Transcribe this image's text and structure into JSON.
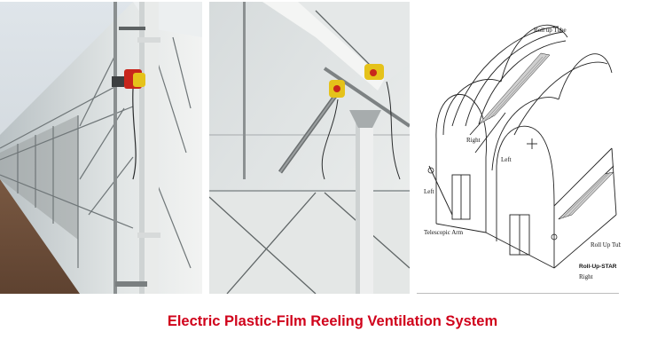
{
  "caption": "Electric Plastic-Film Reeling Ventilation System",
  "diagram": {
    "labels": {
      "roll_up_tube_top": "Roll up Tube",
      "right_top": "Right",
      "left_mid": "Left",
      "left_side": "Left",
      "telescopic_arm": "Telescopic Arm",
      "roll_up_tube_bottom": "Roll Up Tub",
      "roll_up_star": "Roll-Up-STAR",
      "right_bottom": "Right"
    }
  },
  "colors": {
    "caption": "#d0021b",
    "motor": "#e5c21a",
    "motor_red": "#c8261c"
  }
}
